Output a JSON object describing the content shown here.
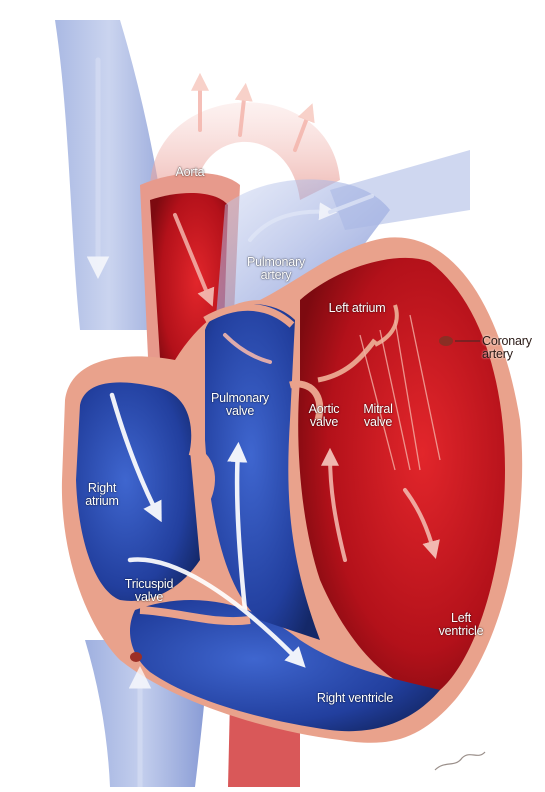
{
  "labels": {
    "aorta": "Aorta",
    "pulmonary_artery": "Pulmonary\nartery",
    "left_atrium": "Left atrium",
    "coronary_artery": "Coronary\nartery",
    "pulmonary_valve": "Pulmonary\nvalve",
    "aortic_valve": "Aortic\nvalve",
    "mitral_valve": "Mitral\nvalve",
    "right_atrium": "Right\natrium",
    "tricuspid_valve": "Tricuspid\nvalve",
    "left_ventricle": "Left\nventricle",
    "right_ventricle": "Right ventricle"
  },
  "colors": {
    "oxygen_poor": "#3a56b0",
    "oxygen_rich": "#c8141c",
    "heart_wall": "#e9a28c",
    "vessel_light": "#b7c3e6"
  }
}
